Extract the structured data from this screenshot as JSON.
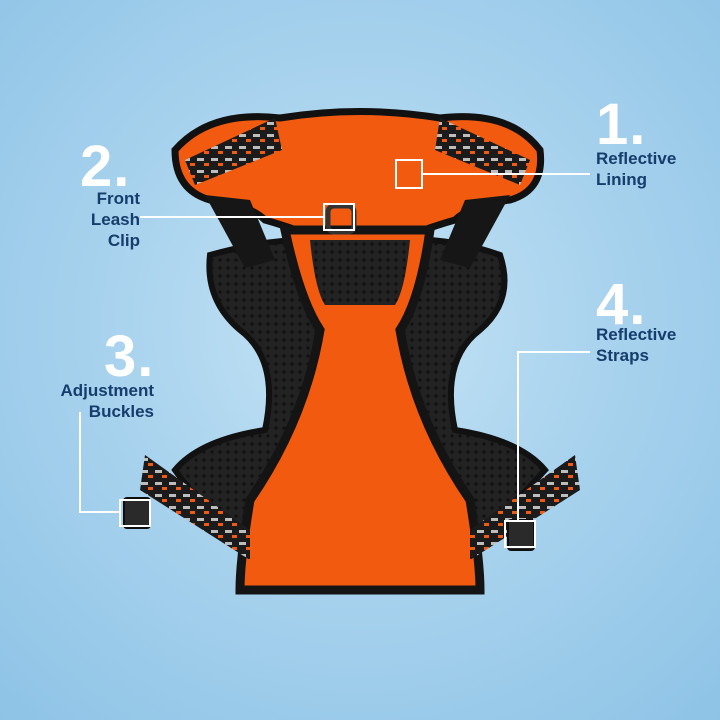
{
  "callouts": [
    {
      "number": "1.",
      "label_lines": [
        "Reflective",
        "Lining"
      ]
    },
    {
      "number": "2.",
      "label_lines": [
        "Front",
        "Leash",
        "Clip"
      ]
    },
    {
      "number": "3.",
      "label_lines": [
        "Adjustment",
        "Buckles"
      ]
    },
    {
      "number": "4.",
      "label_lines": [
        "Reflective",
        "Straps"
      ]
    }
  ],
  "colors": {
    "harness_orange": "#f25a0f",
    "trim_black": "#1b1b1b",
    "reflective_gray": "#bdbdbd",
    "label_navy": "#163d6b",
    "number_white": "#ffffff"
  }
}
